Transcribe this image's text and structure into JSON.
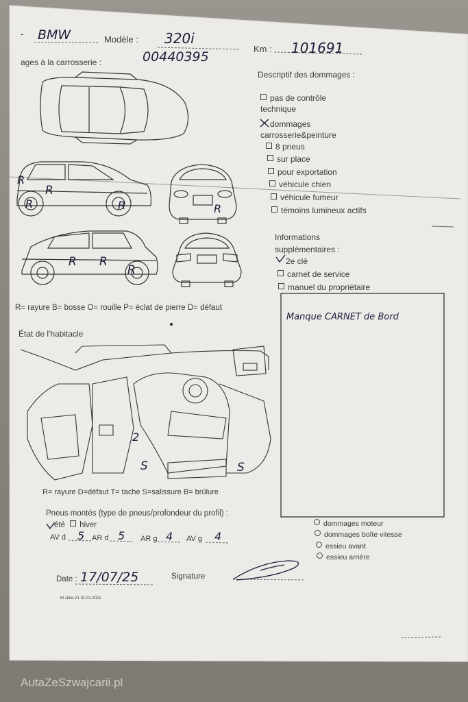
{
  "header": {
    "brand_value": "BMW",
    "model_label": "Modèle :",
    "model_value": "320i",
    "serial_value": "00440395",
    "km_label": "Km :",
    "km_value": "101691"
  },
  "body_damage": {
    "title": "ages à la carrosserie :",
    "marks": [
      "R",
      "R",
      "R",
      "R",
      "R",
      "R",
      "R",
      "R"
    ],
    "legend": "R= rayure B= bosse O= rouille P= éclat de pierre D= défaut"
  },
  "damage_description": {
    "title": "Descriptif des dommages :",
    "items": [
      {
        "label": "pas de contrôle technique",
        "checked": false
      },
      {
        "label": "dommages carrosserie&peinture",
        "checked": true
      },
      {
        "label": "8 pneus",
        "checked": false
      },
      {
        "label": "sur place",
        "checked": false
      },
      {
        "label": "pour exportation",
        "checked": false
      },
      {
        "label": "véhicule chien",
        "checked": false
      },
      {
        "label": "véhicule fumeur",
        "checked": false
      },
      {
        "label": "témoins lumineux actifs",
        "checked": false
      }
    ]
  },
  "extra_info": {
    "title": "Informations supplémentaires :",
    "items": [
      {
        "label": "2e clé",
        "checked": true
      },
      {
        "label": "carnet de service",
        "checked": false
      },
      {
        "label": "manuel du propriétaire",
        "checked": false
      }
    ],
    "note": "Manque CARNET de Bord"
  },
  "interior": {
    "title": "État de l'habitacle",
    "marks": [
      "2",
      "S",
      "S"
    ],
    "legend": "R= rayure D=défaut T= tache S=salissure B= brûlure"
  },
  "tyres": {
    "title": "Pneus montés (type de pneus/profondeur du profil) :",
    "summer_label": "été",
    "summer_checked": true,
    "winter_label": "hiver",
    "winter_checked": false,
    "av_d_label": "AV d",
    "av_d_value": "5",
    "ar_d_label": "AR d",
    "ar_d_value": "5",
    "ar_g_label": "AR g",
    "ar_g_value": "4",
    "av_g_label": "AV g",
    "av_g_value": "4"
  },
  "other_damage": {
    "items": [
      {
        "label": "dommages moteur",
        "checked": false
      },
      {
        "label": "dommages boîte vitesse",
        "checked": false
      },
      {
        "label": "essieu avant",
        "checked": false
      },
      {
        "label": "essieu arrière",
        "checked": false
      }
    ]
  },
  "footer": {
    "date_label": "Date :",
    "date_value": "17/07/25",
    "signature_label": "Signature",
    "form_code": "M.Julia V1 01.01.2021"
  },
  "watermark": "AutaZeSzwajcarii.pl",
  "colors": {
    "paper": "#ebebe9",
    "ink": "#3a3a3a",
    "pen": "#1d1d3a"
  }
}
